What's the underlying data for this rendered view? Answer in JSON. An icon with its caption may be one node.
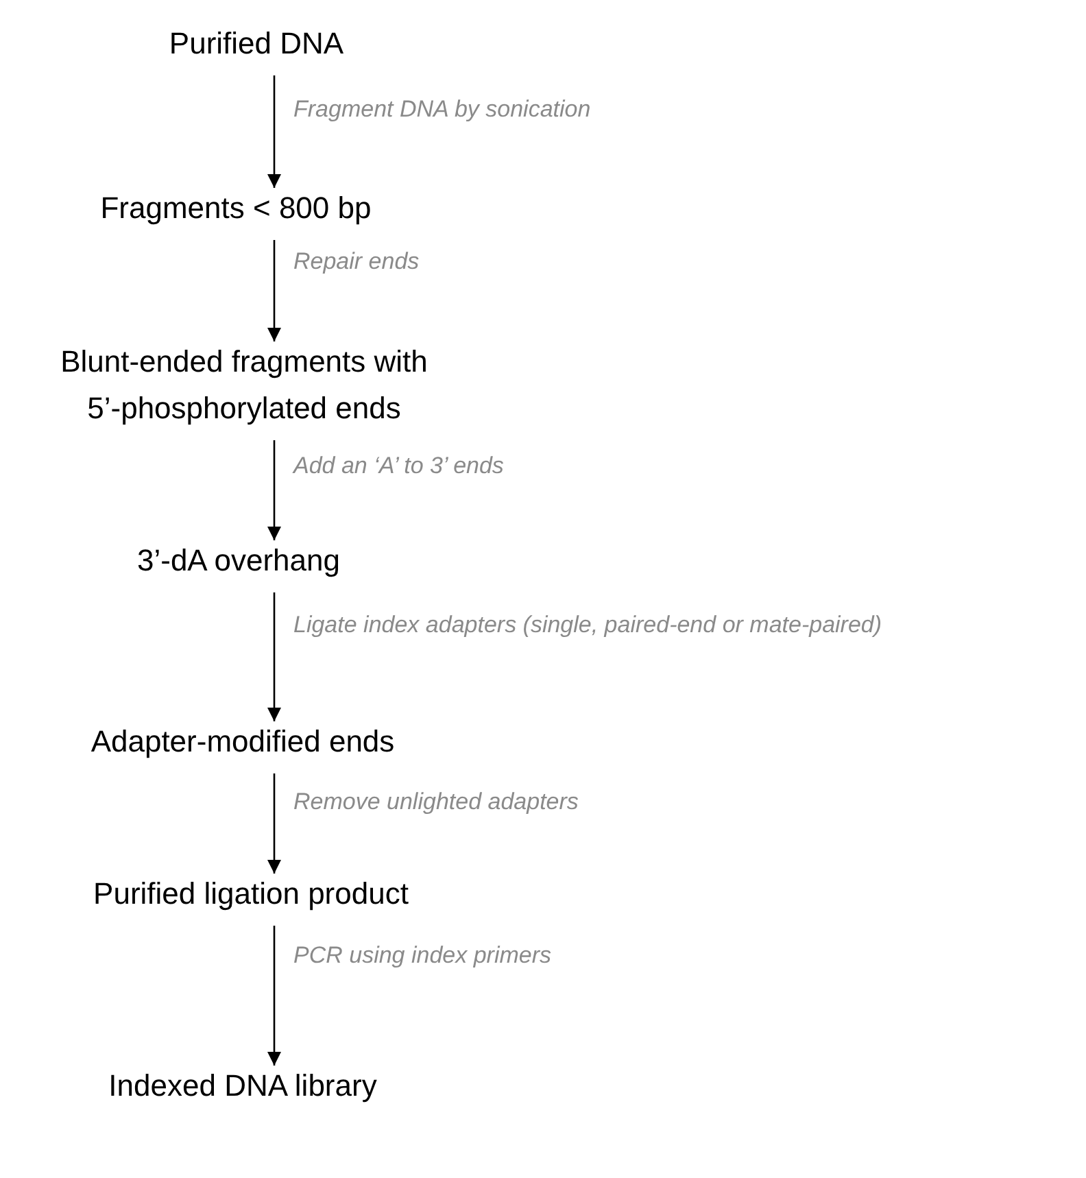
{
  "diagram": {
    "nodes": [
      {
        "text": [
          "Purified DNA"
        ]
      },
      {
        "text": [
          "Fragments < 800 bp"
        ]
      },
      {
        "text": [
          "Blunt-ended fragments with 5’-phosphorylated ends"
        ]
      },
      {
        "text": [
          "3’-dA overhang"
        ]
      },
      {
        "text": [
          "Adapter-modified ends"
        ]
      },
      {
        "text": [
          "Purified ligation product"
        ]
      },
      {
        "text": [
          "Indexed DNA library"
        ]
      }
    ],
    "edges": [
      {
        "from": 0,
        "to": 1,
        "arrow": "to",
        "label": "Fragment DNA by sonication"
      },
      {
        "from": 1,
        "to": 2,
        "arrow": "to",
        "label": "Repair ends"
      },
      {
        "from": 2,
        "to": 3,
        "arrow": "to",
        "label": "Add an ‘A’ to 3’ ends"
      },
      {
        "from": 3,
        "to": 4,
        "arrow": "to",
        "label": "Ligate index adapters  (single, paired-end or mate-paired)"
      },
      {
        "from": 4,
        "to": 5,
        "arrow": "to",
        "label": "Remove unlighted adapters"
      },
      {
        "from": 5,
        "to": 6,
        "arrow": "to",
        "label": "PCR using index primers"
      }
    ]
  }
}
